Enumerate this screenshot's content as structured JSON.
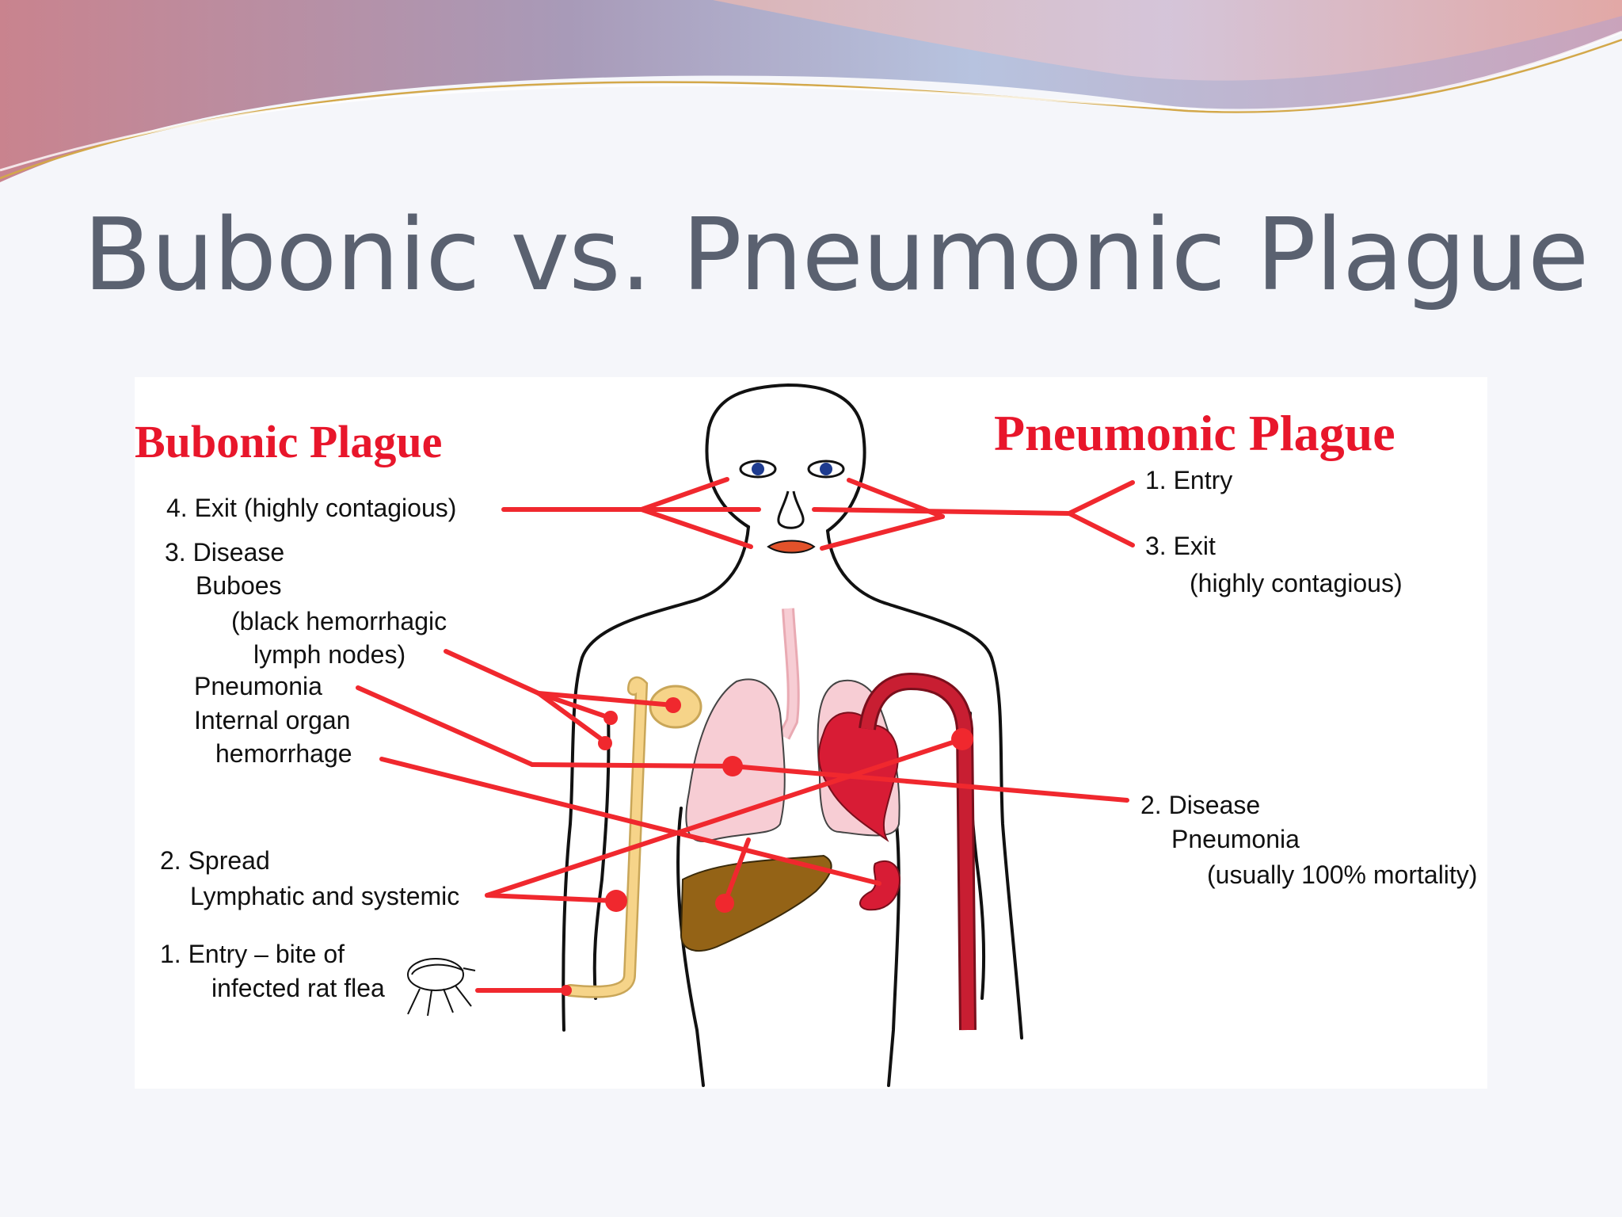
{
  "slide": {
    "title": "Bubonic vs. Pneumonic Plague"
  },
  "diagram": {
    "bubonic": {
      "heading": "Bubonic Plague",
      "labels": {
        "exit": "4. Exit (highly contagious)",
        "disease": "3. Disease",
        "buboes": "Buboes",
        "buboes_desc_1": "(black hemorrhagic",
        "buboes_desc_2": "lymph nodes)",
        "pneumonia": "Pneumonia",
        "internal_organ": "Internal organ",
        "hemorrhage": "hemorrhage",
        "spread": "2. Spread",
        "spread_desc": "Lymphatic and systemic",
        "entry": "1. Entry – bite of",
        "entry_desc": "infected rat flea"
      }
    },
    "pneumonic": {
      "heading": "Pneumonic Plague",
      "labels": {
        "entry": "1. Entry",
        "exit": "3. Exit",
        "exit_desc": "(highly contagious)",
        "disease": "2. Disease",
        "disease_name": "Pneumonia",
        "mortality": "(usually 100% mortality)"
      }
    },
    "colors": {
      "heading_red": "#e8162b",
      "leader_line_red": "#f0282e",
      "lymph_yellow": "#f6d489",
      "lung_pink": "#f7cdd4",
      "heart_red": "#d81c35",
      "artery_red": "#c81e32",
      "liver_brown": "#946316",
      "title_gray": "#5a6170"
    }
  }
}
